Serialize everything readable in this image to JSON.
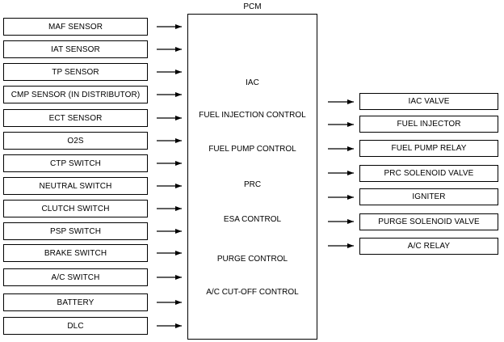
{
  "pcm": {
    "title": "PCM",
    "functions": [
      "IAC",
      "FUEL INJECTION CONTROL",
      "FUEL PUMP CONTROL",
      "PRC",
      "ESA CONTROL",
      "PURGE CONTROL",
      "A/C CUT-OFF CONTROL"
    ]
  },
  "inputs": [
    "MAF SENSOR",
    "IAT SENSOR",
    "TP SENSOR",
    "CMP SENSOR (IN DISTRIBUTOR)",
    "ECT SENSOR",
    "O2S",
    "CTP SWITCH",
    "NEUTRAL SWITCH",
    "CLUTCH SWITCH",
    "PSP SWITCH",
    "BRAKE SWITCH",
    "A/C SWITCH",
    "BATTERY",
    "DLC"
  ],
  "outputs": [
    "IAC VALVE",
    "FUEL INJECTOR",
    "FUEL PUMP RELAY",
    "PRC SOLENOID VALVE",
    "IGNITER",
    "PURGE SOLENOID VALVE",
    "A/C RELAY"
  ]
}
